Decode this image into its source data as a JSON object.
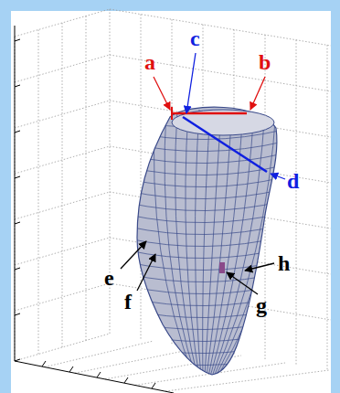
{
  "diagram": {
    "labels": [
      "a",
      "c",
      "b",
      "d",
      "e",
      "f",
      "h",
      "g"
    ]
  }
}
